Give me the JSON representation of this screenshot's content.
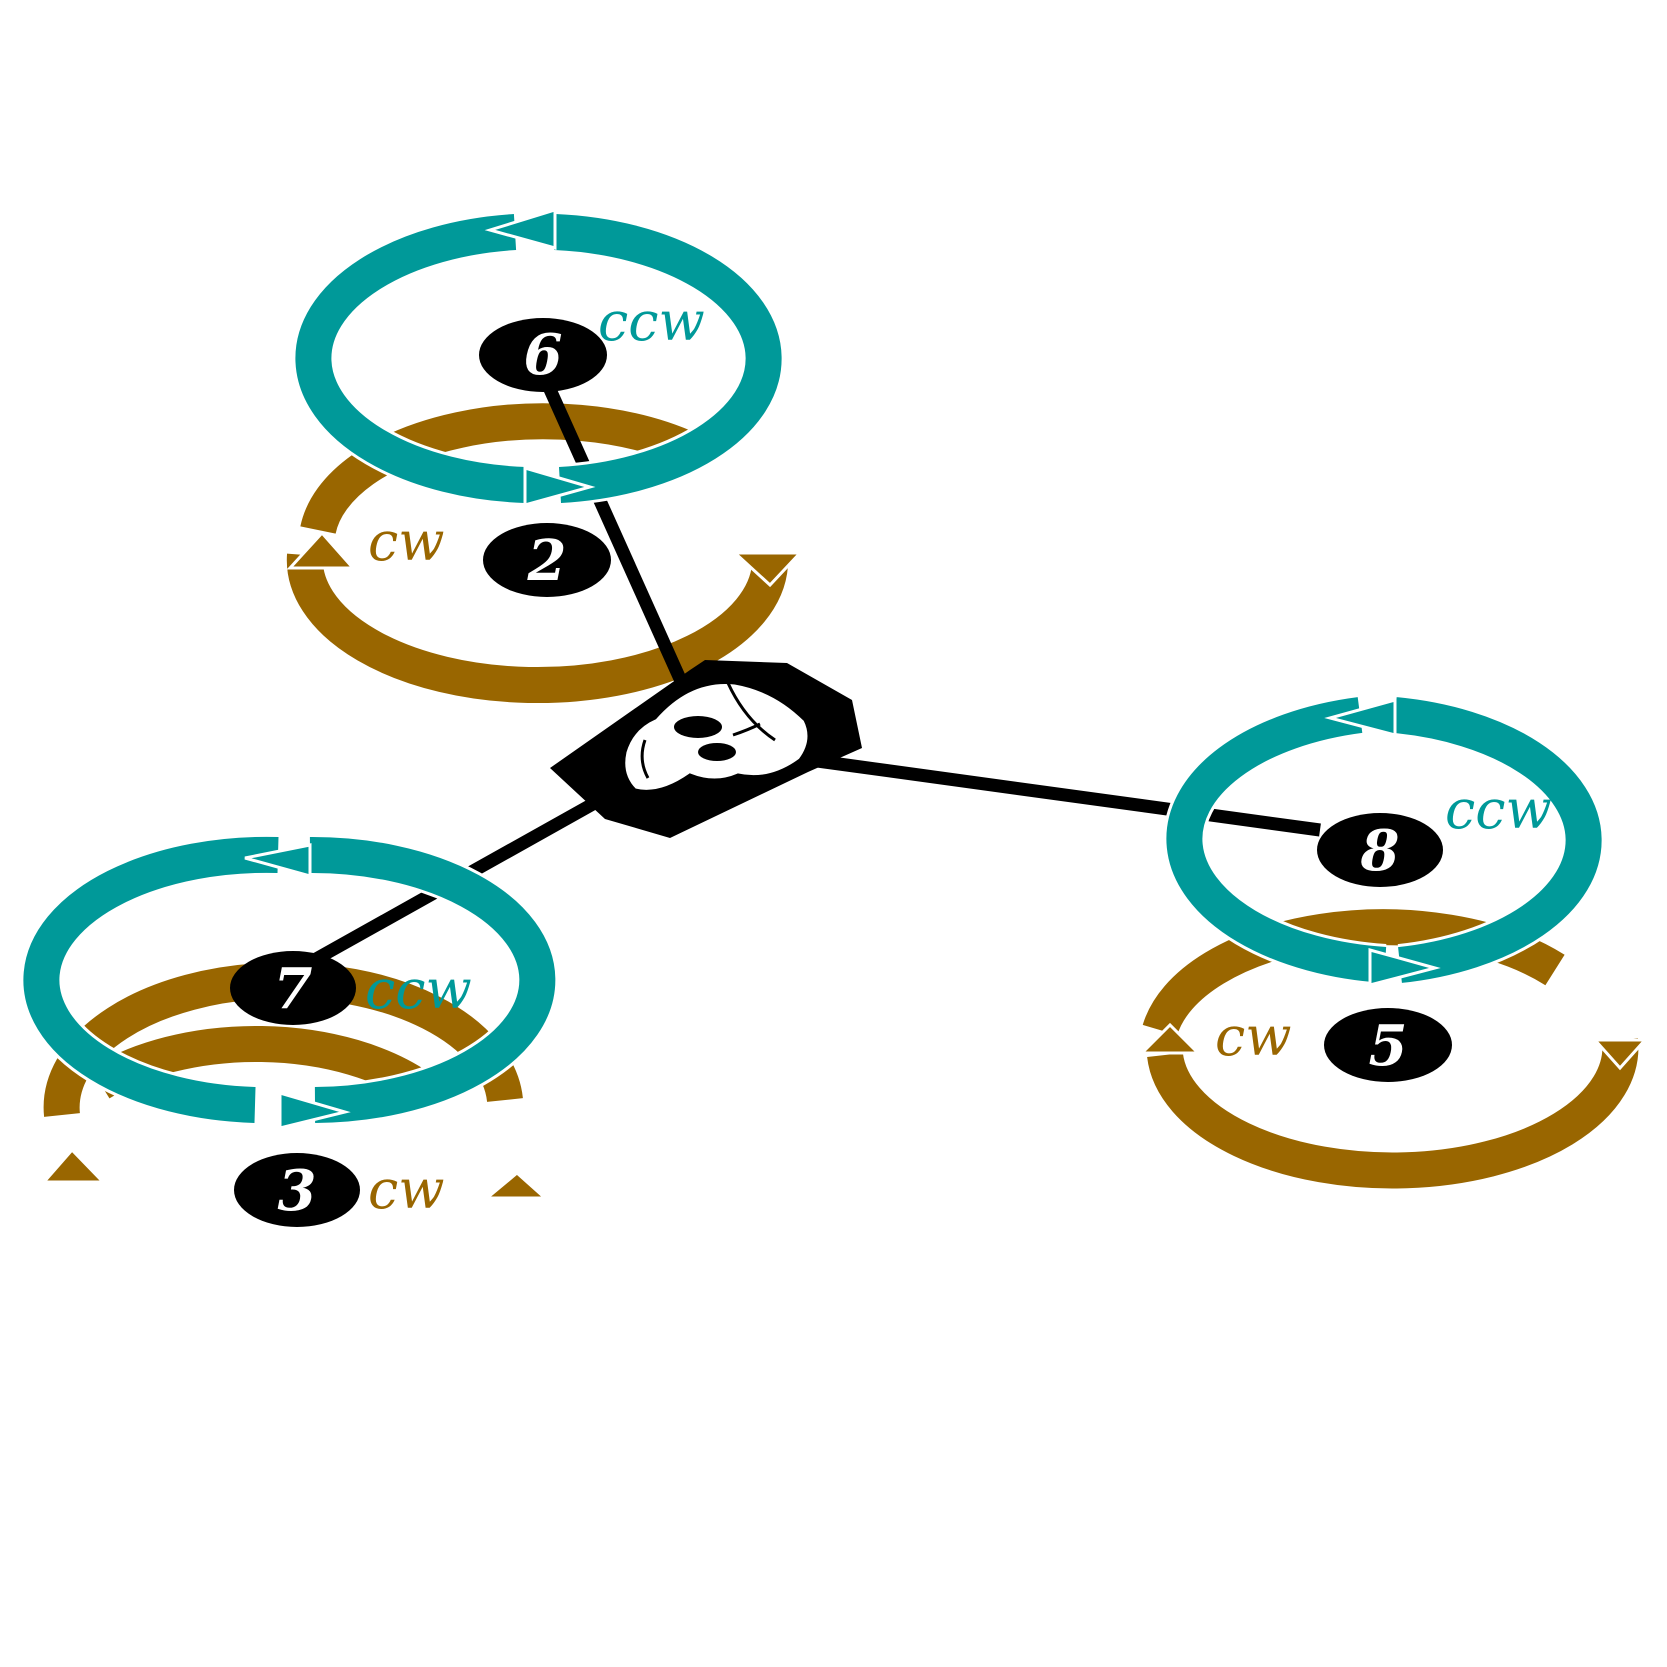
{
  "colors": {
    "ccw_ring": "#009999",
    "cw_ring": "#996600",
    "arm": "#000000",
    "badge": "#000000",
    "badge_text": "#ffffff",
    "background": "#ffffff"
  },
  "hub": {
    "icon": "face-logo-icon"
  },
  "arms": [
    {
      "id": "front",
      "top_motor": {
        "number": "6",
        "direction": "ccw"
      },
      "bottom_motor": {
        "number": "2",
        "direction": "cw"
      }
    },
    {
      "id": "left",
      "top_motor": {
        "number": "7",
        "direction": "ccw"
      },
      "bottom_motor": {
        "number": "3",
        "direction": "cw"
      }
    },
    {
      "id": "right",
      "top_motor": {
        "number": "8",
        "direction": "ccw"
      },
      "bottom_motor": {
        "number": "5",
        "direction": "cw"
      }
    }
  ]
}
